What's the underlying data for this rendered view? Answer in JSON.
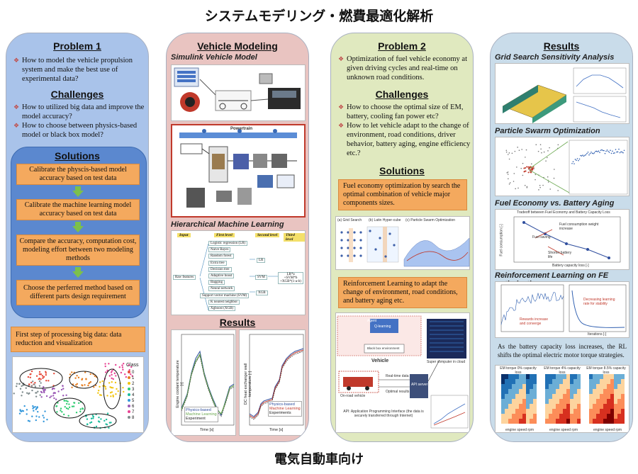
{
  "title": "システムモデリング・燃費最適化解析",
  "footer": "電気自動車向け",
  "col1": {
    "problem_heading": "Problem 1",
    "problem_bullets": [
      "How to model the vehicle propulsion system and make the best use of experimental data?"
    ],
    "challenges_heading": "Challenges",
    "challenges_bullets": [
      "How to utilized big data and improve the model accuracy?",
      "How to choose between physics-based model or black box model?"
    ],
    "solutions_heading": "Solutions",
    "steps": [
      "Calibrate the physcis-based model accuracy based on test data",
      "Calibrate the machine learning model accuracy based on test data",
      "Compare the accuracy, computation cost, modeling effort between two modeling methods",
      "Choose the perferred method based on different parts design requirement"
    ],
    "bigdata_label": "First step of processing big data: data reduction and visualization",
    "class_legend_title": "Class",
    "class_labels": [
      "0",
      "1",
      "2",
      "3",
      "4",
      "5",
      "6",
      "7",
      "8"
    ]
  },
  "col2": {
    "heading": "Vehicle Modeling",
    "sim_title": "Simulink Vehicle Model",
    "powertrain_label": "Powertrain",
    "hml_title": "Hierarchical Machine Learning",
    "levels": [
      "Input",
      "First level",
      "Second level",
      "Third level"
    ],
    "input_label": "Raw features",
    "first_level": [
      "Logistic regression (LR)",
      "Naive Bayes",
      "Random forest",
      "Extra tree",
      "Decision tree",
      "Adaptive boost",
      "Bagging",
      "Neural network",
      "Support vector machine (SVM)",
      "K nearest neighbor",
      "Xgboost (XGB)"
    ],
    "second_level": [
      "LR",
      "SVM",
      "XGB"
    ],
    "third_level": "LR*a +SVM*b +XGB*(1-a-b)",
    "results_heading": "Results",
    "plot1_ylabel": "Engine coolant temperature [-]",
    "plot2_ylabel": "DC heat exchanger wall temperature [-]",
    "xlabel": "Time [s]",
    "legend1": [
      "Physics-based",
      "Machine Learning",
      "Experiment"
    ],
    "legend2": [
      "Physics-based",
      "Machine Learning",
      "Experiments"
    ]
  },
  "col3": {
    "problem_heading": "Problem 2",
    "problem_bullets": [
      "Optimization of fuel vehicle economy at given driving cycles and real-time on unknown road conditions."
    ],
    "challenges_heading": "Challenges",
    "challenges_bullets": [
      "How to choose the optimal size of EM, battery, cooling fan power etc?",
      "How to let vehicle adapt to the change of environment, road conditions, driver behavior, battery aging, engine efficiency etc.?"
    ],
    "solutions_heading": "Solutions",
    "box1": "Fuel economy optimization by search the optimal combination of vehicle major components sizes.",
    "methods": [
      "(a) Grid Search",
      "(b) Latin Hyper-cube",
      "(c) Particle Swarm Optimization"
    ],
    "box2": "Reinforcement Learning to adapt the change of environment, road conditions, and battery aging etc.",
    "rl_labels": {
      "agent": "Agent",
      "q_learning": "Q-learning",
      "black_box": "Black box environment",
      "vehicle": "Vehicle",
      "supercomputer": "Super computer in cloud",
      "realtime": "Real-time data",
      "optimal": "Optimal results",
      "onroad": "On-road vehicle",
      "api_server": "API server",
      "api_note": "API: Application Programming Interface (the data is securely transferred through Internet)"
    }
  },
  "col4": {
    "heading": "Results",
    "sub1": "Grid Search Sensitivity Analysis",
    "sub2": "Particle Swarm Optimization",
    "sub3": "Fuel Economy vs. Battery Aging",
    "fe_chart_title": "Tradeoff between Fuel Economy and Battery Capacity Loss",
    "fe_xlabel": "Battery capacity loss [-]",
    "fe_ylabel": "Fuel consumption [-]",
    "fe_annotations": [
      "Fuel consumption weight increase",
      "Fuel saving",
      "Shorter battery life"
    ],
    "sub4": "Reinforcement Learning on FE optimization",
    "rl_annotations": [
      "Rewards increase and converge",
      "Decreasing learning rate for stability"
    ],
    "rl_xlabel": "Iterations [-]",
    "paragraph": "As the battery capacity loss increases, the RL shifts the optimal electric motor torque strategies.",
    "heatmap_titles": [
      "EM torque 0% capacity loss",
      "EM torque 4% capacity loss",
      "EM torque 8.5% capacity loss"
    ],
    "heatmap_xlabel": "engine speed rpm"
  },
  "colors": {
    "col1_bg": "#a9c3ea",
    "col2_bg": "#e9c4c1",
    "col3_bg": "#e0e9bf",
    "col4_bg": "#c9dcea",
    "orange_box": "#f4a95e",
    "arrow_green": "#7cc04b",
    "solutions_panel": "#5b88cf"
  }
}
